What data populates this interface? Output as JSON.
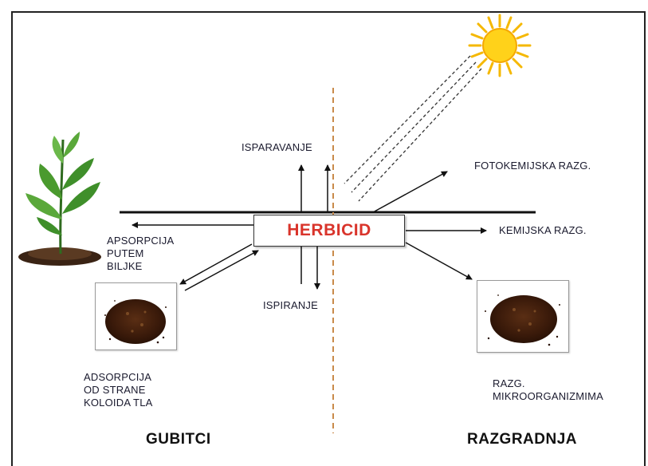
{
  "center": {
    "label": "HERBICID",
    "color": "#d9342b"
  },
  "labels": {
    "isparavanje": "ISPARAVANJE",
    "ispiranje": "ISPIRANJE",
    "apsorpcija": "APSORPCIJA\nPUTEM\nBILJKE",
    "adsorpcija": "ADSORPCIJA\nOD STRANE\nKOLOIDA TLA",
    "fotokemijska": "FOTOKEMIJSKA RAZG.",
    "kemijska": "KEMIJSKA RAZG.",
    "mikroorganizmi": "RAZG.\nMIKROORGANIZMIMA"
  },
  "sections": {
    "left": "GUBITCI",
    "right": "RAZGRADNJA"
  },
  "colors": {
    "divider": "#c98a4a",
    "sun": "#f5b800",
    "sun_core": "#ffd21a",
    "soil": "#4a2410",
    "leaf": "#3f8f2a"
  },
  "icons": [
    "plant-icon",
    "sun-icon",
    "soil-icon"
  ]
}
